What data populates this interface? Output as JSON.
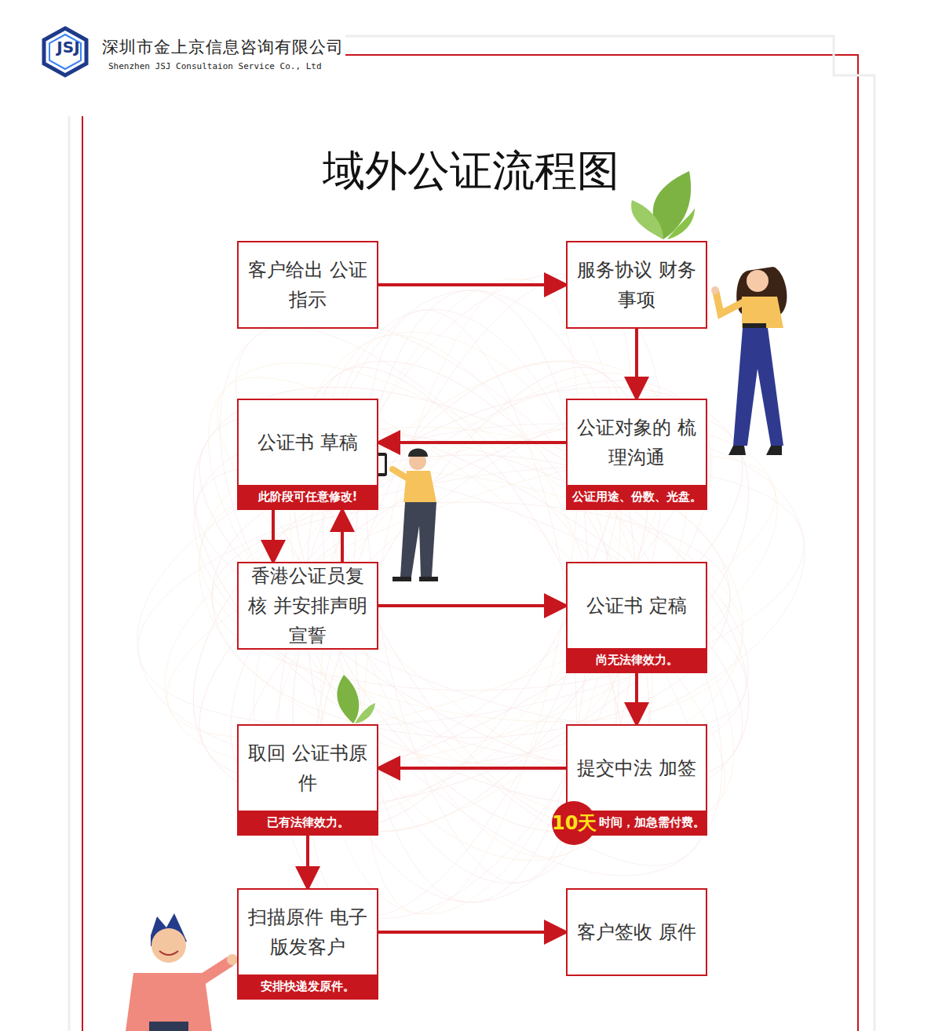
{
  "diagram": {
    "title": "域外公证流程图",
    "nodes": [
      {
        "text": [
          "客户给出 公证指示"
        ]
      },
      {
        "text": [
          "服务协议 财务事项"
        ]
      },
      {
        "text": [
          "公证书 草稿",
          "此阶段可任意修改!"
        ]
      },
      {
        "text": [
          "公证对象的 梳理沟通",
          "公证用途、份数、光盘。"
        ]
      },
      {
        "text": [
          "香港公证员复核 并安排声明宣誓"
        ]
      },
      {
        "text": [
          "公证书 定稿",
          "尚无法律效力。"
        ]
      },
      {
        "text": [
          "取回 公证书原件",
          "已有法律效力。"
        ]
      },
      {
        "text": [
          "提交中法 加签",
          "10天",
          "时间，加急需付费。"
        ]
      },
      {
        "text": [
          "扫描原件 电子版发客户",
          "安排快递发原件。"
        ]
      },
      {
        "text": [
          "客户签收 原件"
        ]
      }
    ],
    "edges": [
      {
        "from": 0,
        "to": 1,
        "arrow": "to"
      },
      {
        "from": 1,
        "to": 3,
        "arrow": "to"
      },
      {
        "from": 3,
        "to": 2,
        "arrow": "to"
      },
      {
        "from": 2,
        "to": 4,
        "arrow": "to"
      },
      {
        "from": 4,
        "to": 2,
        "arrow": "to"
      },
      {
        "from": 4,
        "to": 5,
        "arrow": "to"
      },
      {
        "from": 5,
        "to": 7,
        "arrow": "to"
      },
      {
        "from": 7,
        "to": 6,
        "arrow": "to"
      },
      {
        "from": 6,
        "to": 8,
        "arrow": "to"
      },
      {
        "from": 8,
        "to": 9,
        "arrow": "to"
      }
    ],
    "labels": [
      "JSJ",
      "深圳市金上京信息咨询有限公司",
      "Shenzhen JSJ Consultaion Service Co., Ltd"
    ]
  }
}
